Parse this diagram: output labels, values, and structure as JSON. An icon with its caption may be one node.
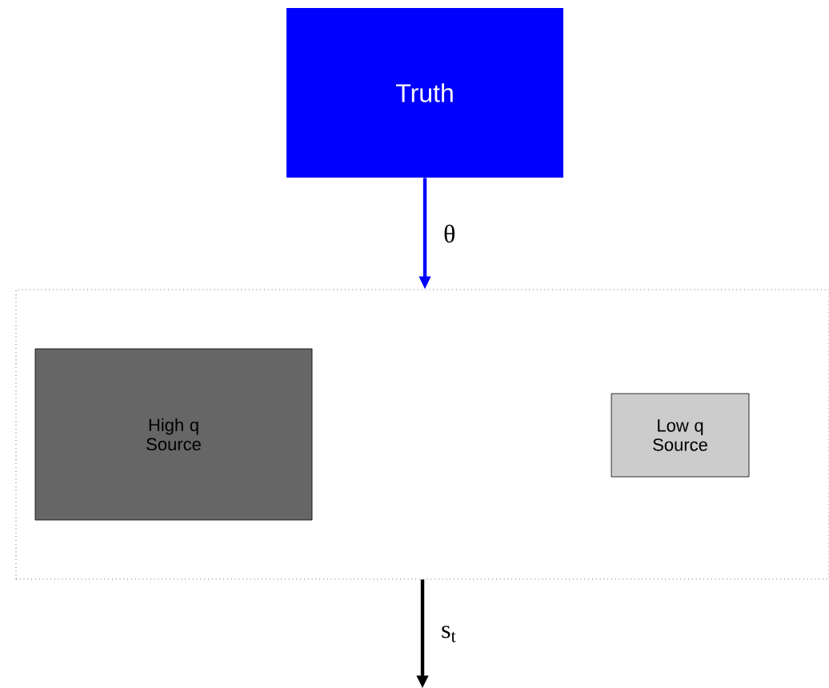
{
  "diagram": {
    "nodes": [
      {
        "text": [
          "Truth"
        ]
      },
      {
        "text": [],
        "shape": "box"
      },
      {
        "text": [
          "High q Source"
        ],
        "in": 1
      },
      {
        "text": [
          "Low q Source"
        ],
        "in": 1
      }
    ],
    "edges": [
      {
        "from": 0,
        "to": 1,
        "arrow": "to",
        "label": "θ",
        "color": "#0000ff"
      },
      {
        "from": 1,
        "to": null,
        "arrow": "to",
        "label": "s$_{t}$",
        "color": "#000000"
      }
    ]
  }
}
